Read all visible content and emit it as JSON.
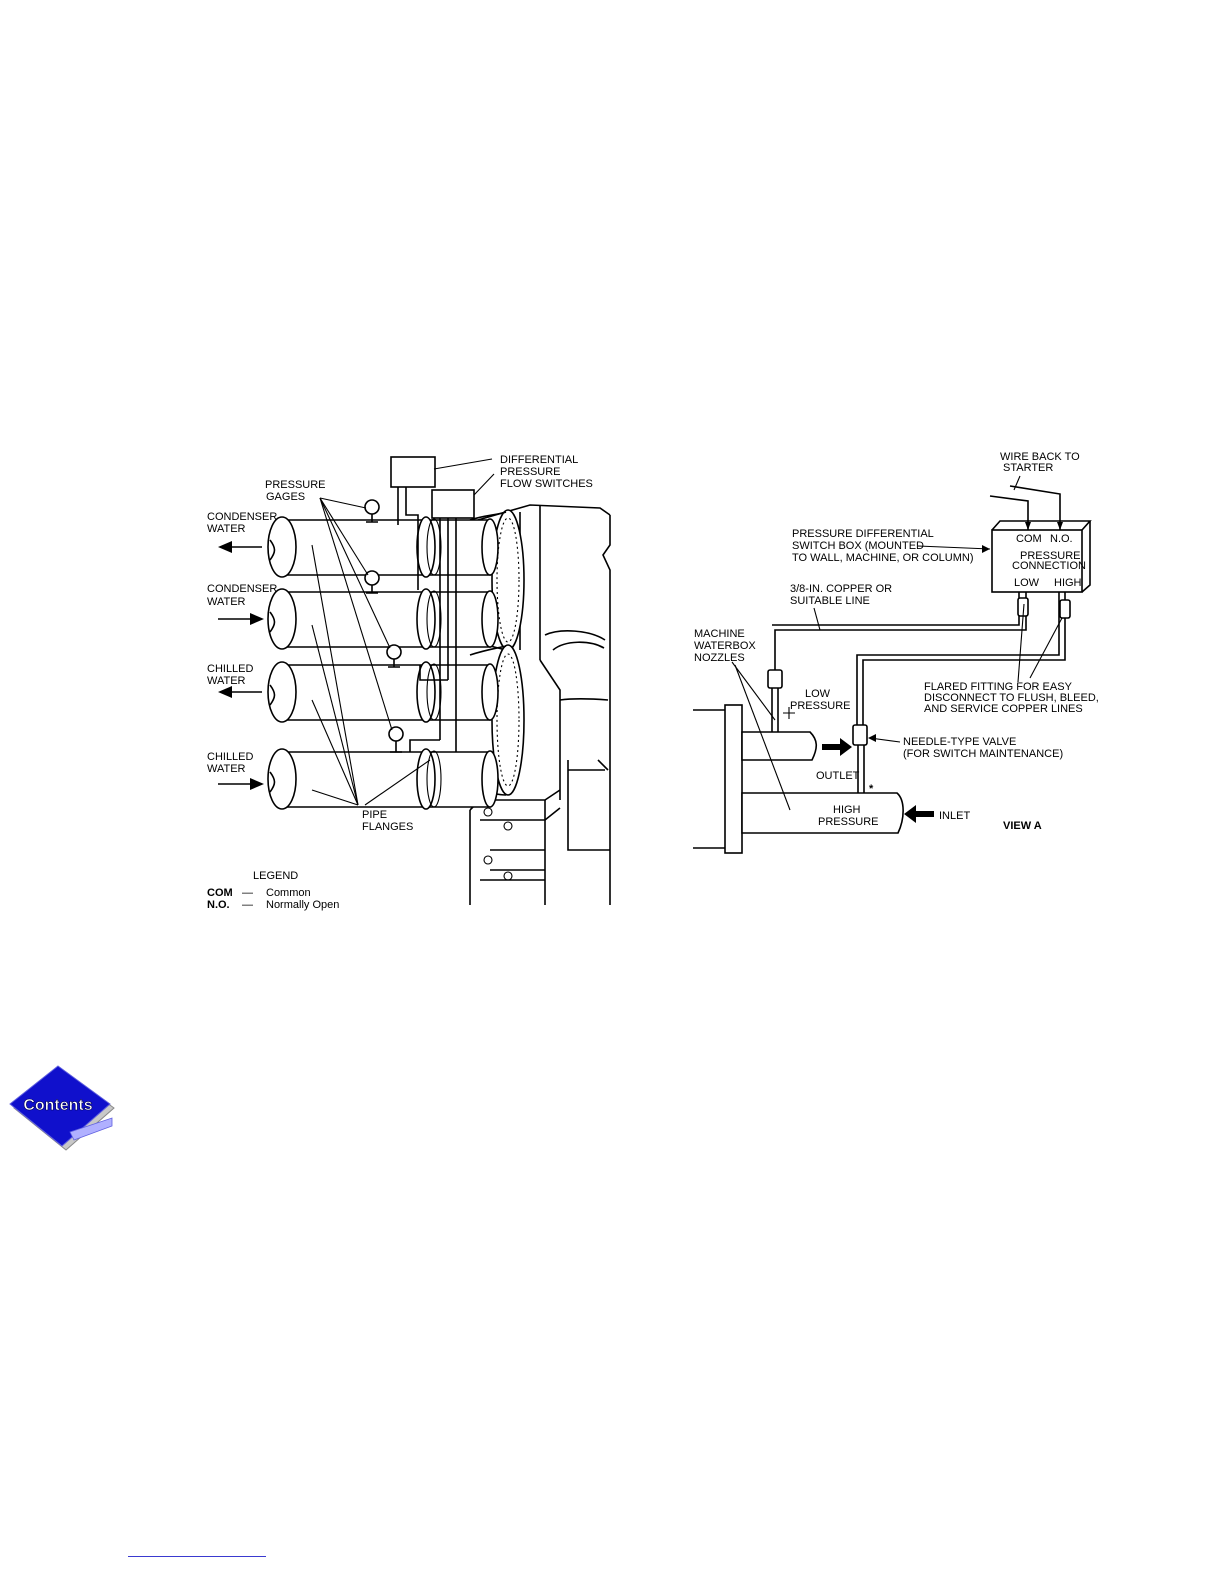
{
  "left_figure": {
    "labels": {
      "diff_switches_1": "DIFFERENTIAL",
      "diff_switches_2": "PRESSURE",
      "diff_switches_3": "FLOW SWITCHES",
      "gages_1": "PRESSURE",
      "gages_2": "GAGES",
      "cond_out_1": "CONDENSER",
      "cond_out_2": "WATER",
      "cond_in_1": "CONDENSER",
      "cond_in_2": "WATER",
      "chill_out_1": "CHILLED",
      "chill_out_2": "WATER",
      "chill_in_1": "CHILLED",
      "chill_in_2": "WATER",
      "flanges_1": "PIPE",
      "flanges_2": "FLANGES"
    },
    "legend": {
      "title": "LEGEND",
      "entries": [
        {
          "abbr": "COM",
          "dash": "—",
          "meaning": "Common"
        },
        {
          "abbr": "N.O.",
          "dash": "—",
          "meaning": "Normally Open"
        }
      ]
    }
  },
  "right_figure": {
    "labels": {
      "wire_1": "WIRE BACK TO",
      "wire_2": "STARTER",
      "com": "COM",
      "no": "N.O.",
      "pc_1": "PRESSURE",
      "pc_2": "CONNECTION",
      "low_port": "LOW",
      "high_port": "HIGH",
      "switchbox_1": "PRESSURE DIFFERENTIAL",
      "switchbox_2": "SWITCH BOX (MOUNTED",
      "switchbox_3": "TO WALL, MACHINE, OR COLUMN)",
      "copper_1": "3/8-IN. COPPER OR",
      "copper_2": "SUITABLE LINE",
      "nozzles_1": "MACHINE",
      "nozzles_2": "WATERBOX",
      "nozzles_3": "NOZZLES",
      "low_pressure_1": "LOW",
      "low_pressure_2": "PRESSURE",
      "flared_1": "FLARED FITTING FOR EASY",
      "flared_2": "DISCONNECT TO FLUSH, BLEED,",
      "flared_3": "AND SERVICE COPPER LINES",
      "needle_1": "NEEDLE-TYPE VALVE",
      "needle_2": "(FOR SWITCH MAINTENANCE)",
      "outlet": "OUTLET",
      "asterisk": "*",
      "high_pressure_1": "HIGH",
      "high_pressure_2": "PRESSURE",
      "inlet": "INLET",
      "view": "VIEW A"
    }
  },
  "nav": {
    "contents_label": "Contents",
    "badge_color": "#1010cc"
  }
}
